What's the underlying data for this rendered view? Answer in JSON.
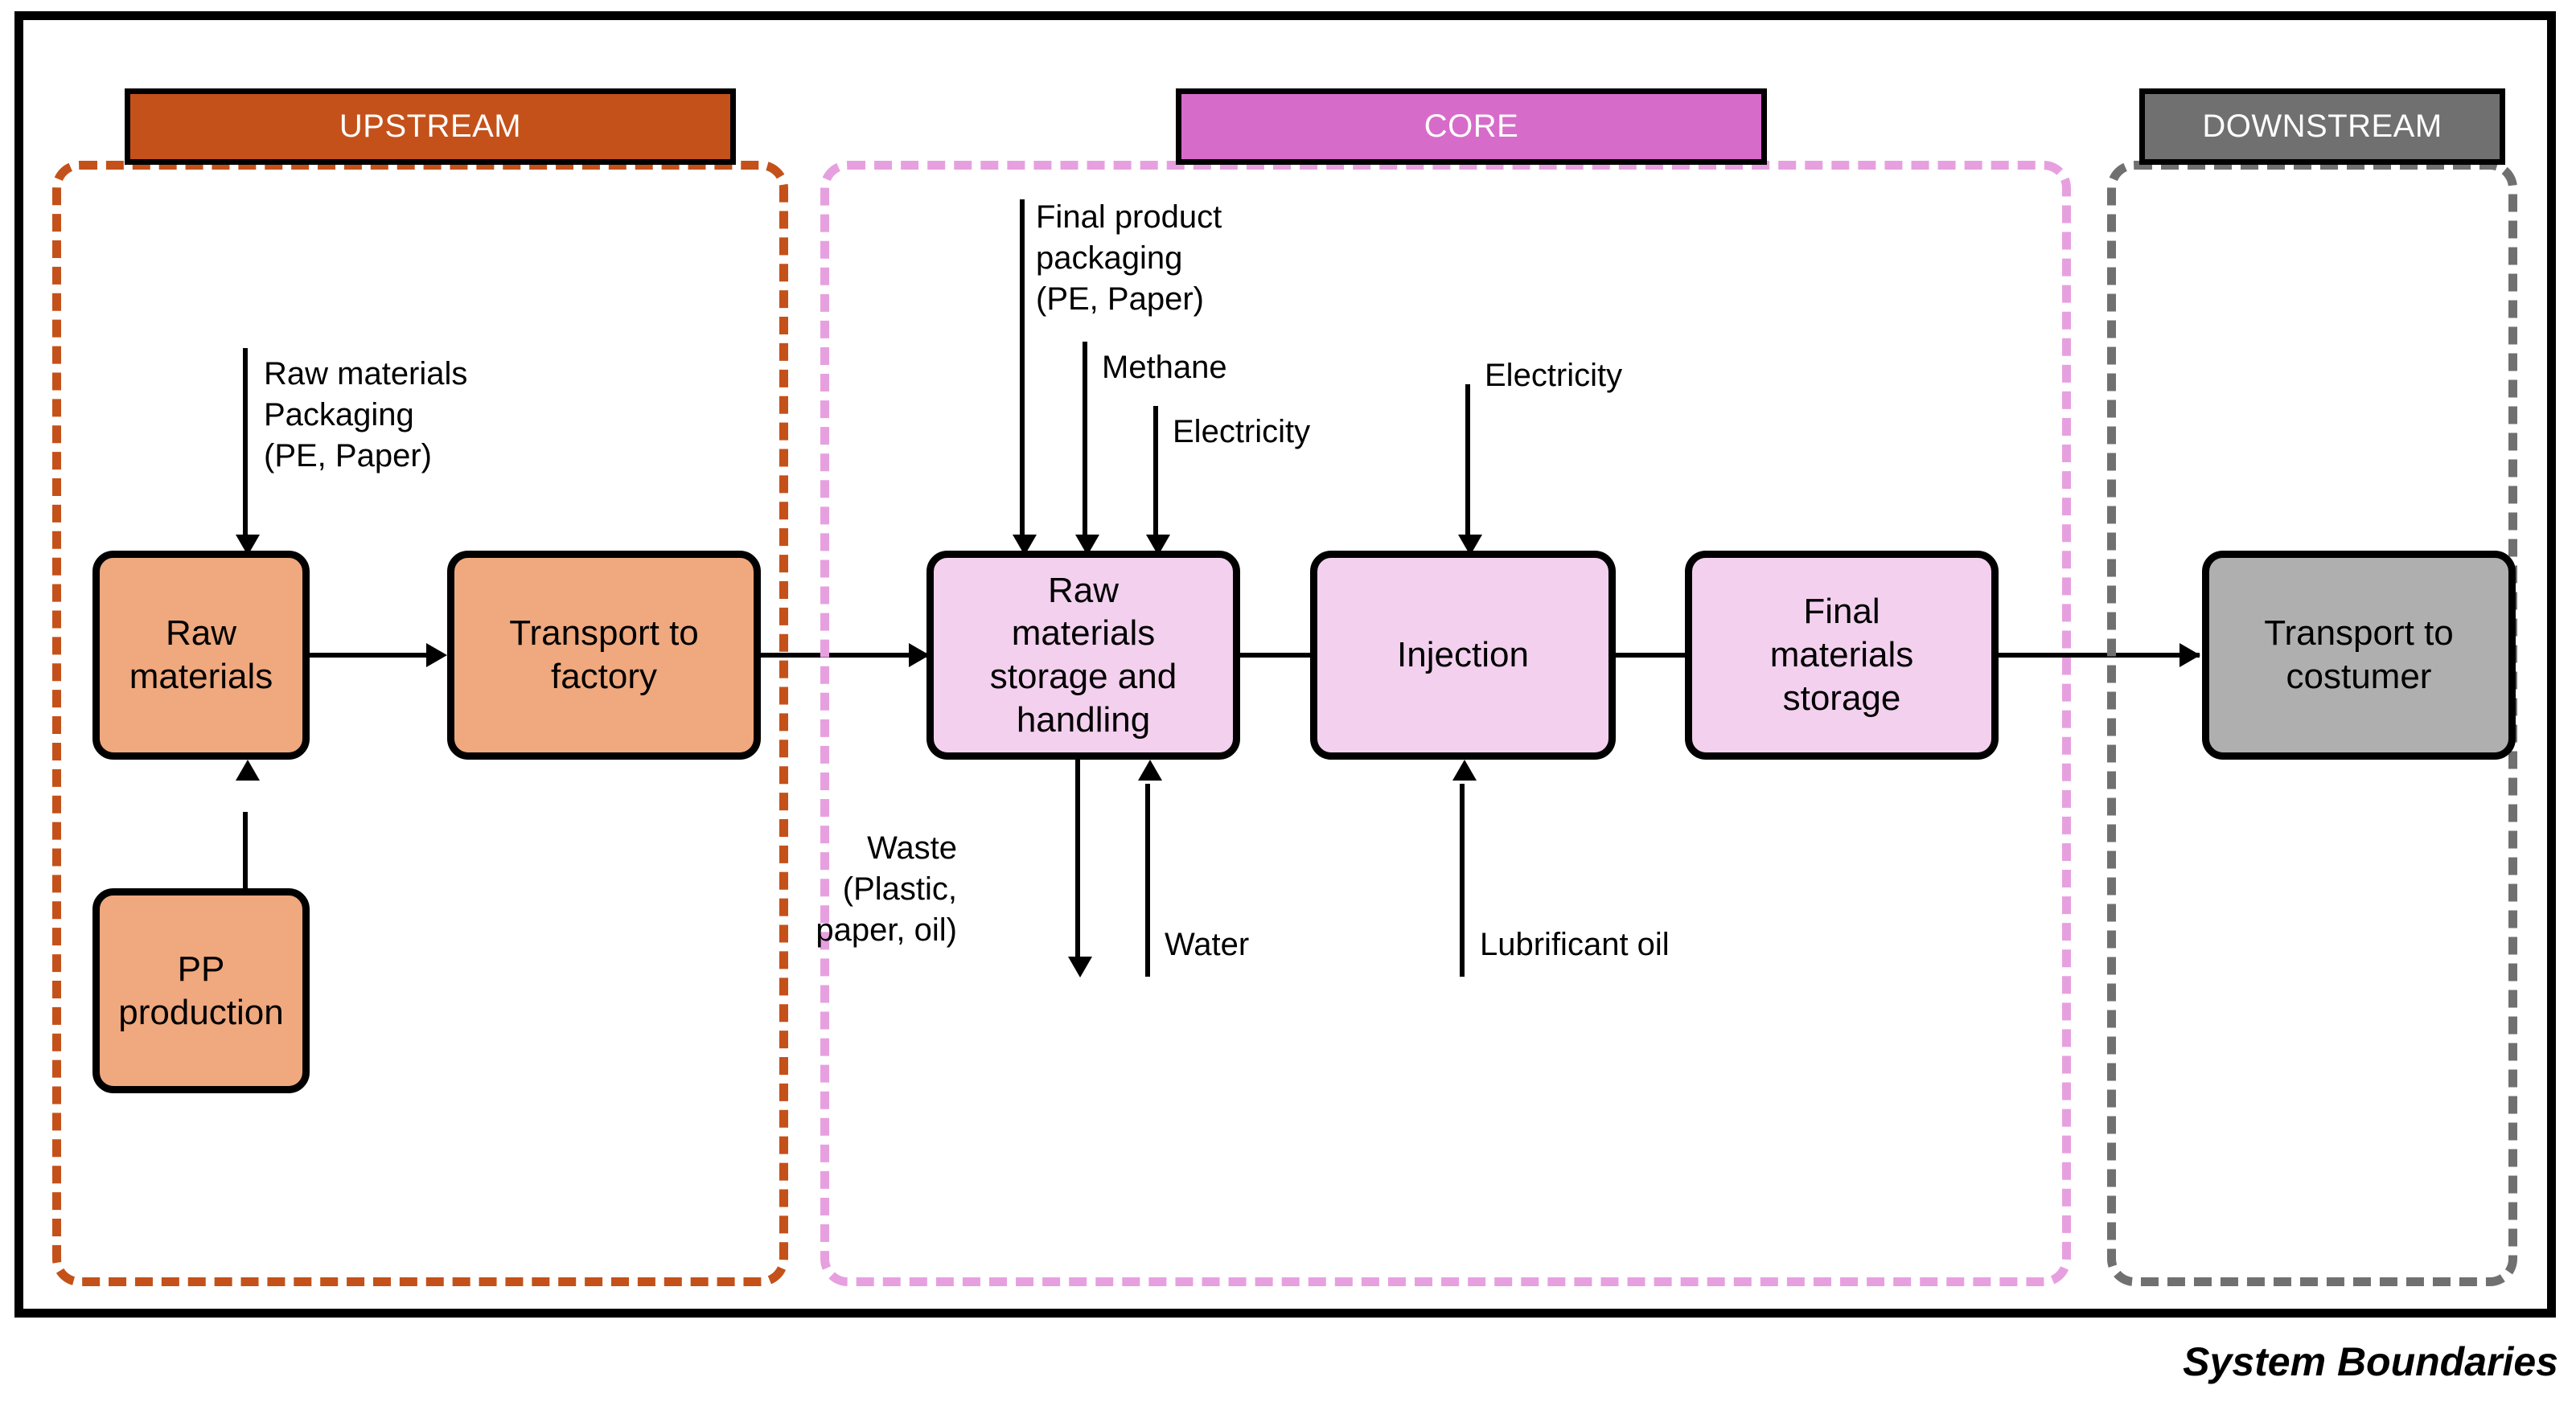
{
  "diagram": {
    "caption": "System Boundaries",
    "stages": [
      {
        "id": "upstream",
        "label": "UPSTREAM",
        "color": "#C4511A",
        "box_fill": "#F0A87E"
      },
      {
        "id": "core",
        "label": "CORE",
        "color": "#D76BCA",
        "boundary_color": "#E7A0DF",
        "box_fill": "#F3D0EE"
      },
      {
        "id": "downstream",
        "label": "DOWNSTREAM",
        "color": "#707070",
        "box_fill": "#AFAFAF"
      }
    ],
    "nodes": [
      {
        "id": "raw-materials",
        "label": "Raw\nmaterials",
        "stage": "upstream"
      },
      {
        "id": "transport-factory",
        "label": "Transport to\nfactory",
        "stage": "upstream"
      },
      {
        "id": "pp-production",
        "label": "PP\nproduction",
        "stage": "upstream"
      },
      {
        "id": "raw-storage",
        "label": "Raw\nmaterials\nstorage and\nhandling",
        "stage": "core"
      },
      {
        "id": "injection",
        "label": "Injection",
        "stage": "core"
      },
      {
        "id": "final-storage",
        "label": "Final\nmaterials\nstorage",
        "stage": "core"
      },
      {
        "id": "transport-customer",
        "label": "Transport to\ncostumer",
        "stage": "downstream"
      }
    ],
    "flows": [
      {
        "id": "upstream-input",
        "label": "Raw materials\nPackaging\n(PE, Paper)",
        "direction": "into",
        "target": "raw-materials"
      },
      {
        "id": "packaging-input",
        "label": "Final product\npackaging\n(PE, Paper)",
        "direction": "into",
        "target": "raw-storage"
      },
      {
        "id": "methane-input",
        "label": "Methane",
        "direction": "into",
        "target": "raw-storage"
      },
      {
        "id": "electricity-storage",
        "label": "Electricity",
        "direction": "into",
        "target": "raw-storage"
      },
      {
        "id": "electricity-injection",
        "label": "Electricity",
        "direction": "into",
        "target": "injection"
      },
      {
        "id": "waste-output",
        "label": "Waste\n(Plastic,\npaper, oil)",
        "direction": "out",
        "target": "raw-storage"
      },
      {
        "id": "water-input",
        "label": "Water",
        "direction": "into",
        "target": "raw-storage"
      },
      {
        "id": "lubricant-input",
        "label": "Lubrificant oil",
        "direction": "into",
        "target": "injection"
      }
    ]
  }
}
